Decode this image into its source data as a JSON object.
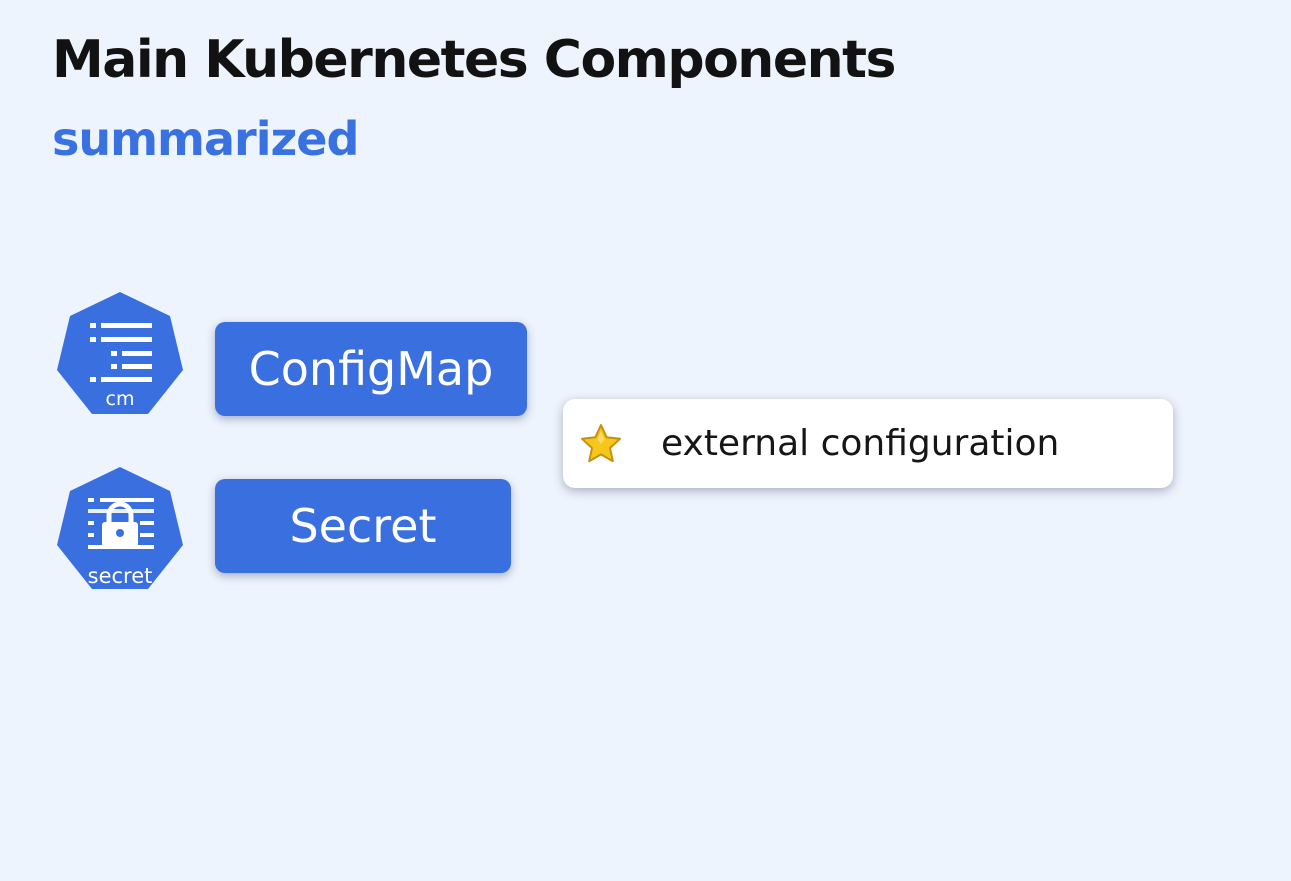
{
  "slide": {
    "title": "Main Kubernetes Components",
    "subtitle": "summarized"
  },
  "components": {
    "configmap": {
      "label": "ConfigMap",
      "icon": "configmap-list-icon",
      "icon_label": "cm"
    },
    "secret": {
      "label": "Secret",
      "icon": "secret-lock-icon",
      "icon_label": "secret"
    }
  },
  "note": {
    "icon": "star-icon",
    "text": "external configuration"
  },
  "colors": {
    "background": "#eef4fd",
    "title": "#121212",
    "accent": "#3971e0",
    "box": "#3a6fe0",
    "note_bg": "#ffffff",
    "star": "#f7c61d"
  }
}
